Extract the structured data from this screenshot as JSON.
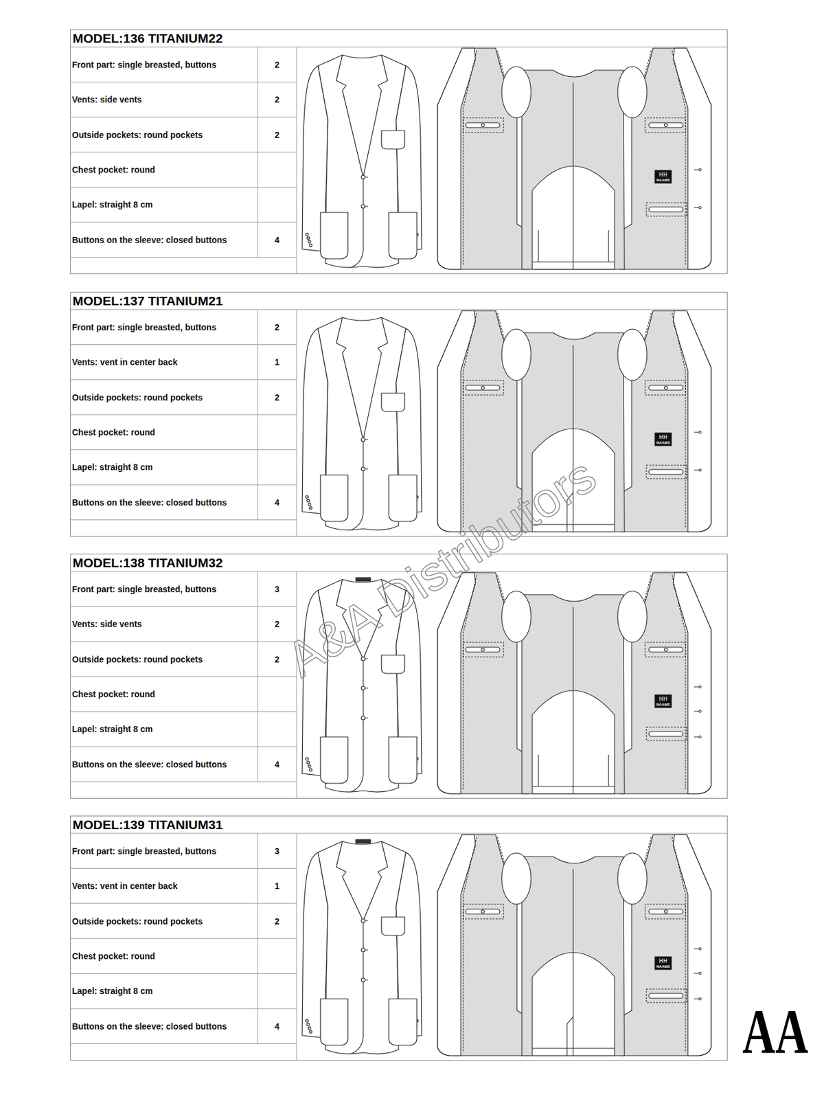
{
  "diagram": {
    "nodes": [
      {
        "text": [
          "MODEL:136 TITANIUM22"
        ]
      },
      {
        "text": [
          "MODEL:137 TITANIUM21"
        ]
      },
      {
        "text": [
          "MODEL:138 TITANIUM32"
        ]
      },
      {
        "text": [
          "MODEL:139 TITANIUM31"
        ]
      }
    ],
    "labels": [
      "Front part: single breasted, buttons",
      "2",
      "Vents: side vents",
      "2",
      "Outside pockets: round pockets",
      "2",
      "Chest pocket: round",
      "Lapel: straight 8 cm",
      "Buttons on the sleeve: closed buttons",
      "4",
      "NAAMS",
      "Front part: single breasted, buttons",
      "2",
      "Vents: vent in center back",
      "1",
      "Outside pockets: round pockets",
      "2",
      "Chest pocket: round",
      "Lapel: straight 8 cm",
      "Buttons on the sleeve: closed buttons",
      "4",
      "NAAMS",
      "Front part: single breasted, buttons",
      "3",
      "Vents: side vents",
      "2",
      "Outside pockets: round pockets",
      "2",
      "Chest pocket: round",
      "Lapel: straight 8 cm",
      "Buttons on the sleeve: closed buttons",
      "4",
      "NAAMS",
      "Front part: single breasted, buttons",
      "3",
      "Vents: vent in center back",
      "1",
      "Outside pockets: round pockets",
      "2",
      "Chest pocket: round",
      "Lapel: straight 8 cm",
      "Buttons on the sleeve: closed buttons",
      "4",
      "NAAMS",
      "A&A Distributors",
      "AA"
    ]
  }
}
